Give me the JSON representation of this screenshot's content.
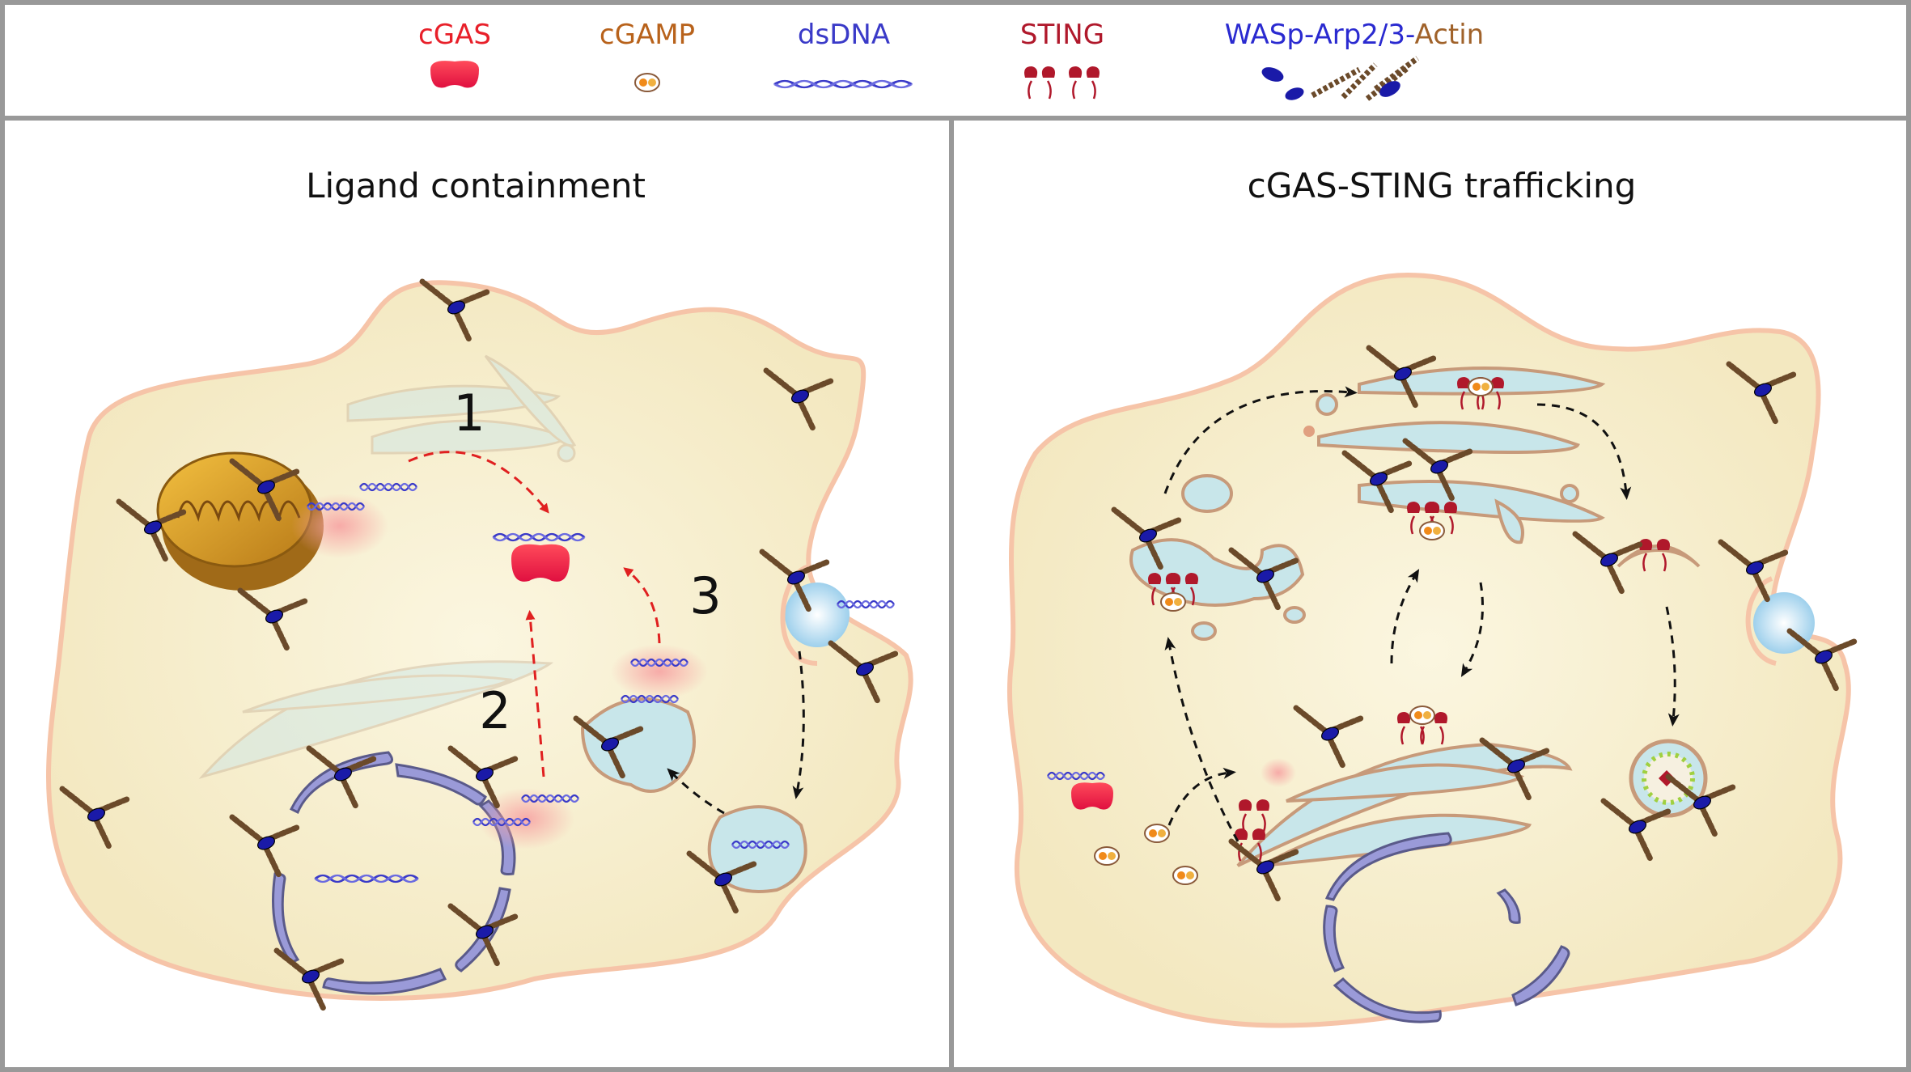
{
  "legend": {
    "items": [
      {
        "label": "cGAS",
        "color": "#e8202a",
        "icon": "cgas-icon"
      },
      {
        "label": "cGAMP",
        "color": "#b8621b",
        "icon": "cgamp-icon"
      },
      {
        "label": "dsDNA",
        "color": "#3a3ac8",
        "icon": "dsdna-icon"
      },
      {
        "label": "STING",
        "color": "#b0182b",
        "icon": "sting-icon"
      }
    ],
    "wasp": {
      "part1": "WASp-Arp2/3-",
      "part2": "Actin",
      "color1": "#2a2ad0",
      "color2": "#a0622a",
      "icon": "wasp-arp23-actin-icon"
    }
  },
  "panels": {
    "left": {
      "title": "Ligand containment",
      "steps": [
        "1",
        "2",
        "3"
      ]
    },
    "right": {
      "title": "cGAS-STING trafficking"
    }
  },
  "colors": {
    "frame": "#999999",
    "cell_fill": "#f8f0d0",
    "cell_border": "#f6c4a8",
    "organelle_fill": "#c8e6ea",
    "organelle_border": "#c79a7a",
    "nucleus": "#9a9ad8",
    "arrow_red": "#e02020",
    "arrow_black": "#111111"
  }
}
